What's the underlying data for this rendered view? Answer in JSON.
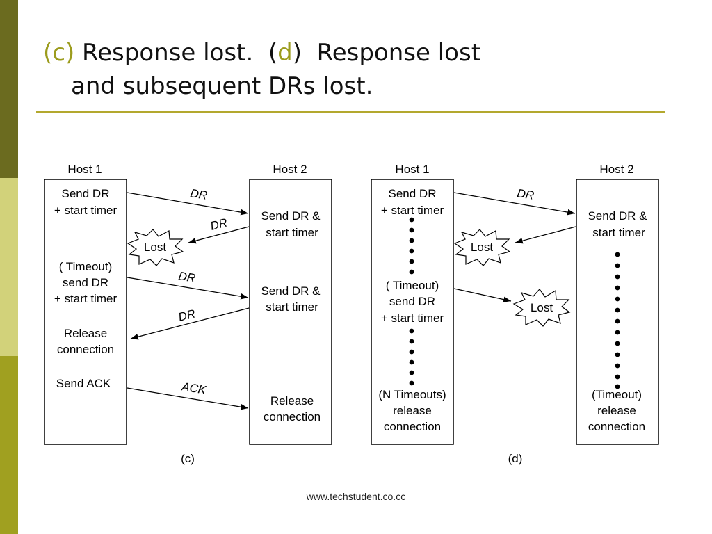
{
  "title": {
    "c_label": "(c)",
    "c_text": "Response lost.",
    "d_open": "(",
    "d_letter": "d",
    "d_close": ")",
    "d_text": "Response lost",
    "line2": "and subsequent DRs lost."
  },
  "colors": {
    "accent": "#9c9c1d",
    "rule": "#b3a82e",
    "bar_dark": "#6b6b1f",
    "bar_light": "#d2d27a",
    "bar_mid": "#a0a020"
  },
  "diagram_c": {
    "host1": "Host 1",
    "host2": "Host 2",
    "caption": "(c)",
    "h1_send_dr_1": "Send DR",
    "h1_send_dr_2": "+ start timer",
    "h1_timeout_1": "( Timeout)",
    "h1_timeout_2": "send DR",
    "h1_timeout_3": "+ start timer",
    "h1_release_1": "Release",
    "h1_release_2": "connection",
    "h1_send_ack": "Send ACK",
    "h2_send_dr_a1": "Send DR &",
    "h2_send_dr_a2": "start timer",
    "h2_send_dr_b1": "Send DR &",
    "h2_send_dr_b2": "start timer",
    "h2_release_1": "Release",
    "h2_release_2": "connection",
    "msg_dr_1": "DR",
    "msg_dr_2": "DR",
    "msg_dr_3": "DR",
    "msg_dr_4": "DR",
    "msg_ack": "ACK",
    "lost": "Lost"
  },
  "diagram_d": {
    "host1": "Host 1",
    "host2": "Host 2",
    "caption": "(d)",
    "h1_send_dr_1": "Send DR",
    "h1_send_dr_2": "+ start timer",
    "h1_timeout_1": "( Timeout)",
    "h1_timeout_2": "send DR",
    "h1_timeout_3": "+ start timer",
    "h1_ntimeouts_1": "(N Timeouts)",
    "h1_ntimeouts_2": "release",
    "h1_ntimeouts_3": "connection",
    "h2_send_dr_1": "Send DR &",
    "h2_send_dr_2": "start timer",
    "h2_timeout_1": "(Timeout)",
    "h2_timeout_2": "release",
    "h2_timeout_3": "connection",
    "msg_dr_1": "DR",
    "lost_1": "Lost",
    "lost_2": "Lost"
  },
  "footer": "www.techstudent.co.cc"
}
